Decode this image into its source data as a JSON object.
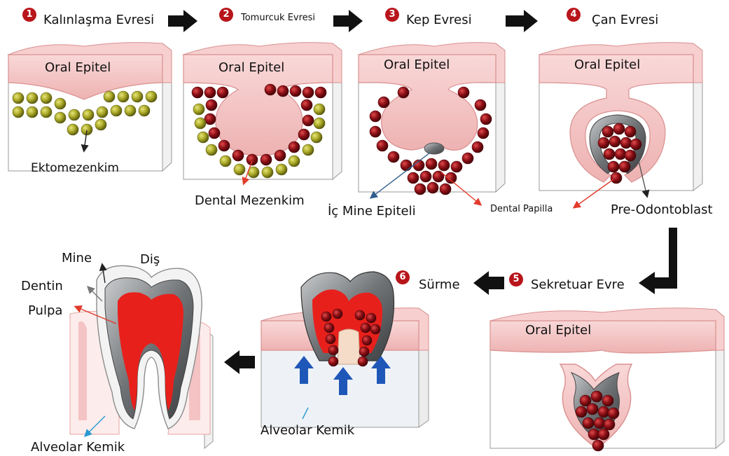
{
  "stages": [
    {
      "number": "1",
      "title": "Kalınlaşma Evresi"
    },
    {
      "number": "2",
      "title": "Tomurcuk Evresi"
    },
    {
      "number": "3",
      "title": "Kep Evresi"
    },
    {
      "number": "4",
      "title": "Çan Evresi"
    },
    {
      "number": "5",
      "title": "Sekretuar Evre"
    },
    {
      "number": "6",
      "title": "Sürme"
    }
  ],
  "block_label": "Oral Epitel",
  "labels": {
    "ektomezenkim": "Ektomezenkim",
    "dental_mezenkim": "Dental Mezenkim",
    "ic_mine_epiteli": "İç Mine Epiteli",
    "dental_papilla": "Dental Papilla",
    "pre_odontoblast": "Pre-Odontoblast",
    "alveolar_kemik_1": "Alveolar Kemik",
    "alveolar_kemik_2": "Alveolar Kemik",
    "mine": "Mine",
    "dis": "Diş",
    "dentin": "Dentin",
    "pulpa": "Pulpa"
  },
  "colors": {
    "epithelium": "#f4c3c3",
    "epithelium_edge": "#d98f8f",
    "mesenchyme_cell": "#a9a826",
    "papilla_cell": "#8b0f16",
    "enamel": "#6f7275",
    "pulp": "#e8201c",
    "stage_badge": "#b8151b",
    "arrow_red": "#e23b2b",
    "arrow_blue": "#2f5d8c",
    "eruption_arrow": "#1f57b8"
  },
  "icons": {
    "stage_arrow": "thick-black-right-arrow",
    "eruption": "blue-up-arrow"
  }
}
